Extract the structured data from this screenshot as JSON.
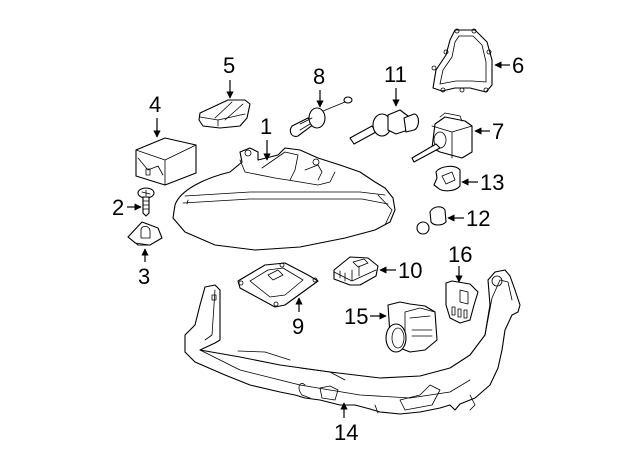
{
  "diagram": {
    "title": "Headlamp components exploded parts diagram",
    "callouts": [
      {
        "id": "1",
        "label": "1",
        "part": "headlamp-assembly"
      },
      {
        "id": "2",
        "label": "2",
        "part": "screw"
      },
      {
        "id": "3",
        "label": "3",
        "part": "clip-nut"
      },
      {
        "id": "4",
        "label": "4",
        "part": "control-module-box"
      },
      {
        "id": "5",
        "label": "5",
        "part": "cover-cap"
      },
      {
        "id": "6",
        "label": "6",
        "part": "housing-gasket"
      },
      {
        "id": "7",
        "label": "7",
        "part": "xenon-bulb-d1s"
      },
      {
        "id": "8",
        "label": "8",
        "part": "halogen-bulb"
      },
      {
        "id": "9",
        "label": "9",
        "part": "ballast"
      },
      {
        "id": "10",
        "label": "10",
        "part": "connector"
      },
      {
        "id": "11",
        "label": "11",
        "part": "fog-bulb"
      },
      {
        "id": "12",
        "label": "12",
        "part": "side-marker-bulb"
      },
      {
        "id": "13",
        "label": "13",
        "part": "bulb-socket"
      },
      {
        "id": "14",
        "label": "14",
        "part": "mounting-bracket"
      },
      {
        "id": "15",
        "label": "15",
        "part": "actuator-motor"
      },
      {
        "id": "16",
        "label": "16",
        "part": "control-unit"
      }
    ]
  }
}
